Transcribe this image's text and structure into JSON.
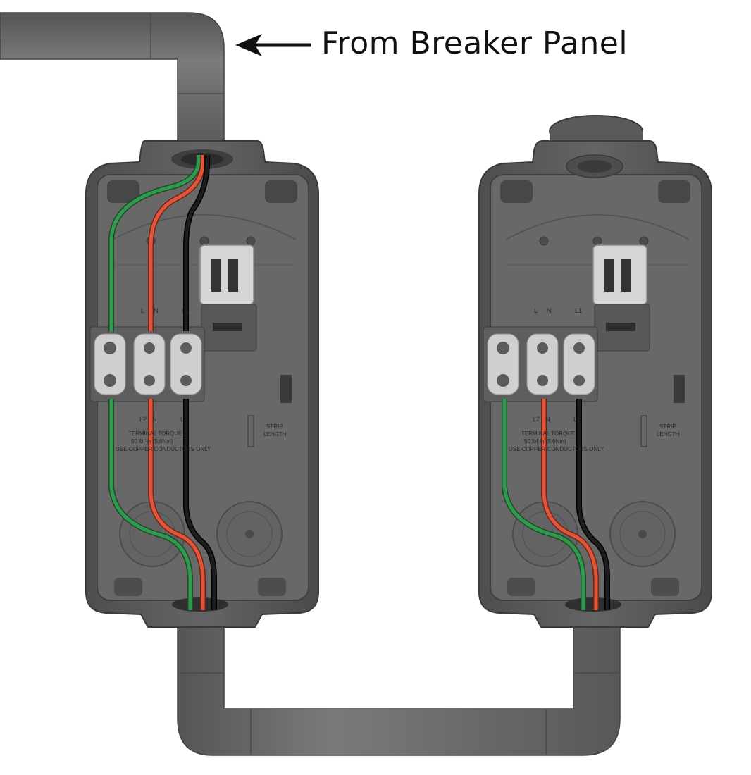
{
  "callout": {
    "text": "From Breaker Panel"
  },
  "colors": {
    "conduit": "#6b6b6b",
    "enclosure": "#5a5a5a",
    "enclosure_inner": "#6c6c6c",
    "wire_ground": "#2f9a4f",
    "wire_l2": "#e1553a",
    "wire_l1": "#1d1d1d",
    "terminal": "#d9d9d9"
  },
  "units": [
    {
      "terminal_top_labels": [
        "L",
        "N",
        "L1"
      ],
      "terminal_bottom_labels": [
        "L2",
        "N",
        "L"
      ],
      "torque_line1": "TERMINAL TORQUE",
      "torque_line2": "50 lbf·in (5.6Nm)",
      "torque_line3": "USE COPPER CONDUCTORS ONLY",
      "strip_line1": "STRIP",
      "strip_line2": "LENGTH"
    },
    {
      "terminal_top_labels": [
        "L",
        "N",
        "L1"
      ],
      "terminal_bottom_labels": [
        "L2",
        "N",
        "L"
      ],
      "torque_line1": "TERMINAL TORQUE",
      "torque_line2": "50 lbf·in (5.6Nm)",
      "torque_line3": "USE COPPER CONDUCTORS ONLY",
      "strip_line1": "STRIP",
      "strip_line2": "LENGTH"
    }
  ]
}
